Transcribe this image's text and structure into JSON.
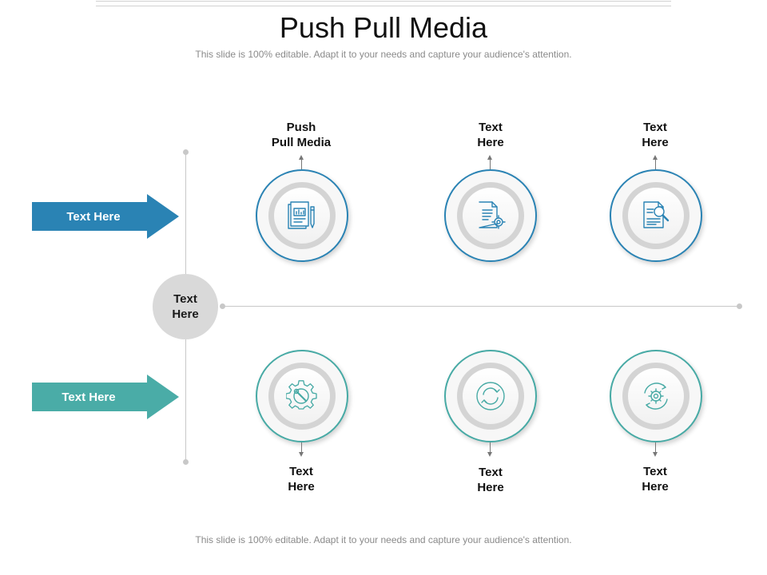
{
  "slide": {
    "title": "Push Pull Media",
    "subtitle_top": "This slide is 100% editable. Adapt it to your needs and capture your audience's attention.",
    "subtitle_bottom": "This slide is 100% editable. Adapt it to your needs and capture your audience's attention."
  },
  "colors": {
    "blue": "#2a83b4",
    "teal": "#47aaa5",
    "gray": "#d9d9d9"
  },
  "hub": {
    "line1": "Text",
    "line2": "Here"
  },
  "arrows": [
    {
      "label": "Text Here",
      "color": "#2a83b4"
    },
    {
      "label": "Text Here",
      "color": "#4aaca7"
    }
  ],
  "top_nodes": [
    {
      "line1": "Push",
      "line2": "Pull Media",
      "icon": "document-chart-pen-icon"
    },
    {
      "line1": "Text",
      "line2": "Here",
      "icon": "document-gear-icon"
    },
    {
      "line1": "Text",
      "line2": "Here",
      "icon": "document-magnifier-icon"
    }
  ],
  "bottom_nodes": [
    {
      "line1": "Text",
      "line2": "Here",
      "icon": "gear-wrench-icon"
    },
    {
      "line1": "Text",
      "line2": "Here",
      "icon": "refresh-arrows-icon"
    },
    {
      "line1": "Text",
      "line2": "Here",
      "icon": "gear-cycle-icon"
    }
  ]
}
